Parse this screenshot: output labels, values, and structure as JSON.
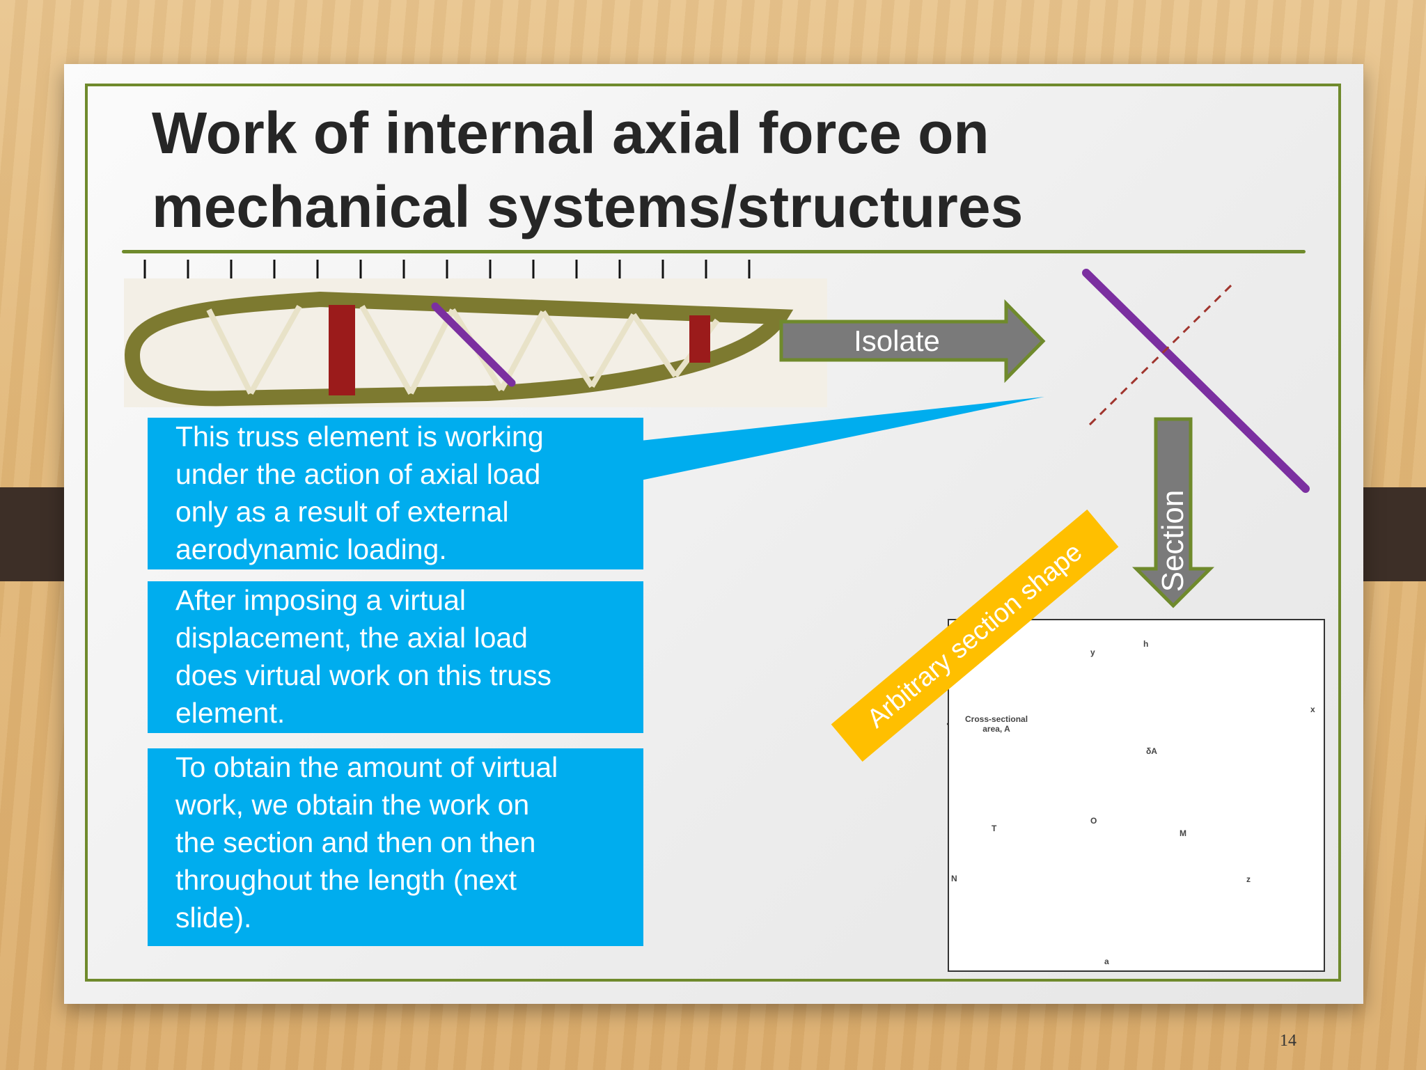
{
  "slide": {
    "title_lines": [
      "Work of internal axial force on",
      "mechanical systems/structures"
    ],
    "box1_lines": [
      "This truss element is working",
      "under the action of axial load",
      "only as a result of external",
      "aerodynamic loading."
    ],
    "box2_lines": [
      "After imposing a virtual",
      "displacement, the axial load",
      "does virtual work on this truss",
      "element."
    ],
    "box3_lines": [
      "To obtain the amount of virtual",
      "work, we obtain the work on",
      "the section and then on then",
      "throughout the length (next",
      "slide)."
    ],
    "isolate_label": "Isolate",
    "section_label": "Section",
    "ribbon_label": "Arbitrary section shape",
    "page_number": "14"
  },
  "figure": {
    "axis_labels": [
      "y",
      "x",
      "z",
      "N",
      "T",
      "M",
      "O",
      "δA",
      "a",
      "h"
    ],
    "cross_section_label_lines": [
      "Cross-sectional",
      "area, A"
    ]
  },
  "icons": {
    "load_arrow": "down-arrow-icon",
    "isolate_arrow": "right-arrow-icon",
    "section_arrow": "down-arrow-icon"
  },
  "colors": {
    "frame_green": "#6f8a2c",
    "box_blue": "#00adee",
    "ribbon_yellow": "#ffbf00",
    "purple_member": "#7b2fa0",
    "arrow_gray": "#7a7a7a"
  }
}
